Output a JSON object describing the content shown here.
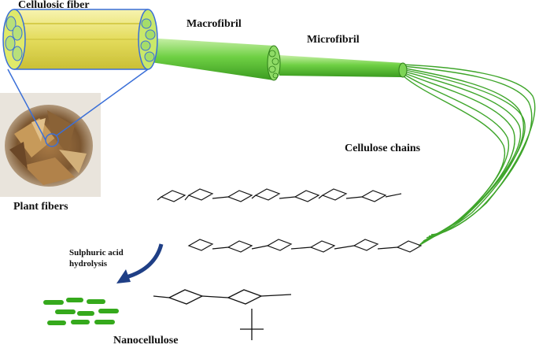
{
  "labels": {
    "cellulosic_fiber": "Cellulosic fiber",
    "macrofibril": "Macrofibril",
    "microfibril": "Microfibril",
    "cellulose_chains": "Cellulose chains",
    "plant_fibers": "Plant fibers",
    "hydrolysis_line1": "Sulphuric acid",
    "hydrolysis_line2": "hydrolysis",
    "nanocellulose": "Nanocellulose"
  },
  "colors": {
    "fiber_yellow": "#e8e070",
    "fiber_green": "#5fc53a",
    "strand_green": "#3ea52a",
    "outline_blue": "#3a6fd8",
    "arrow_navy": "#1f3f86",
    "crystal_green": "#35a91c"
  },
  "icons": {
    "arrow": "curved-down-arrow-icon"
  }
}
